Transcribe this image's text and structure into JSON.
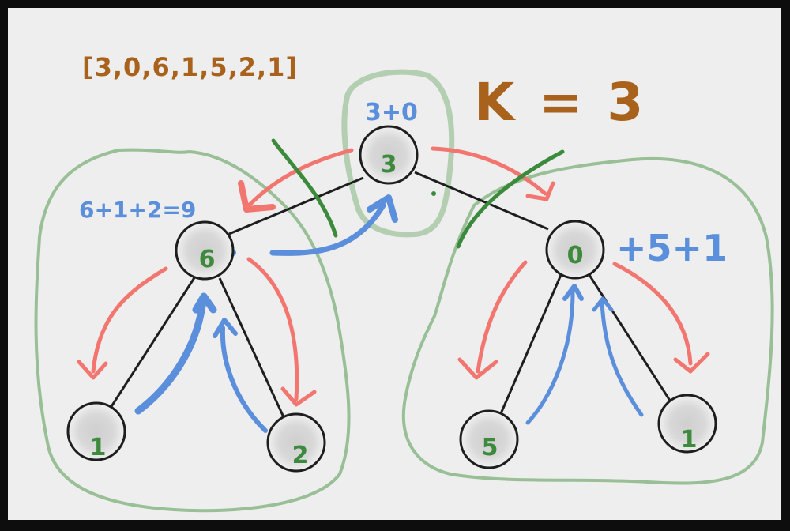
{
  "diagram": {
    "array_label": "[3,0,6,1,5,2,1]",
    "k_label": "K = 3",
    "colors": {
      "board": "#eeeeee",
      "frame": "#0d0d0d",
      "array_text": "#a8621c",
      "k_text": "#a8621c",
      "sum_text": "#5b8fdc",
      "up_arrow": "#5b8fdc",
      "down_arrow": "#f2766f",
      "cut_line": "#3c8a3c",
      "subtree_outline": "#9fbf9c",
      "root_outline": "#a9c8a6",
      "node_fill": "#d4d4d4",
      "node_stroke": "#1e1e1e",
      "node_value": "#3d8a3d",
      "edge": "#1e1e1e"
    },
    "annotations": {
      "root_sum": "3+0",
      "left_sum": "6+1+2=9",
      "right_sum": "+5+1"
    },
    "nodes": [
      {
        "id": "root",
        "value": "3"
      },
      {
        "id": "left",
        "value": "6"
      },
      {
        "id": "right",
        "value": "0"
      },
      {
        "id": "left-left",
        "value": "1"
      },
      {
        "id": "left-right",
        "value": "2"
      },
      {
        "id": "right-left",
        "value": "5"
      },
      {
        "id": "right-right",
        "value": "1"
      }
    ]
  }
}
